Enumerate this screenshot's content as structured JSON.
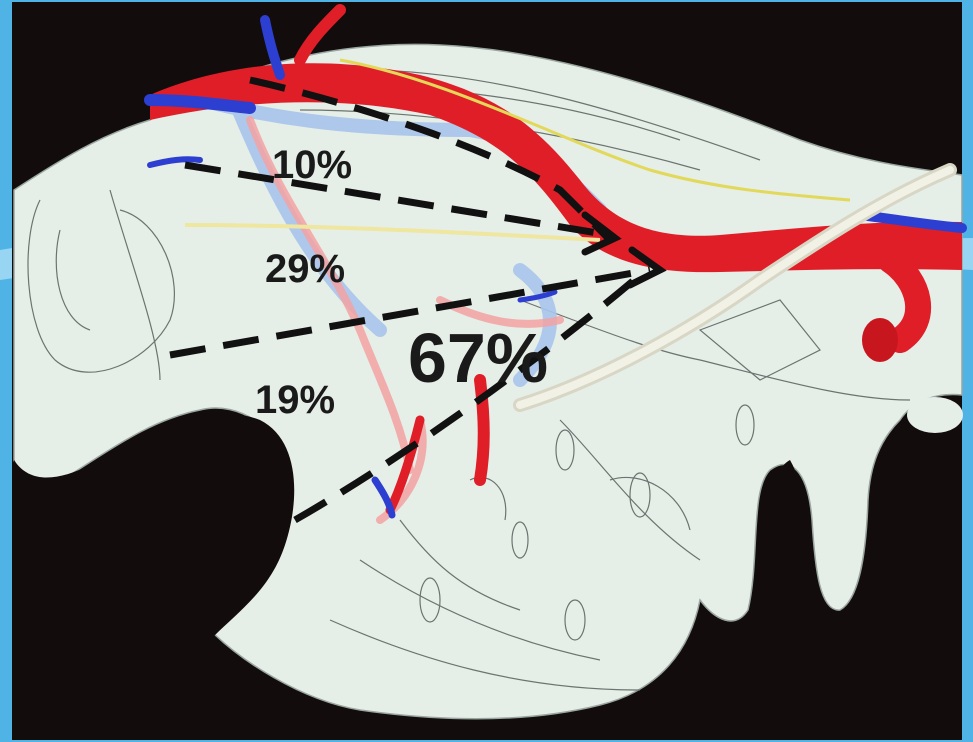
{
  "diagram": {
    "labels": {
      "p10": "10%",
      "p29": "29%",
      "p19": "19%",
      "p67": "67%"
    },
    "colors": {
      "slide_background": "#4fb3e6",
      "projection_background": "#120d0c",
      "organ_fill": "#e6eee8",
      "artery": "#e01e28",
      "vein": "#2c3fd0",
      "nerve": "#e2d85a",
      "arrow": "#111111"
    }
  }
}
